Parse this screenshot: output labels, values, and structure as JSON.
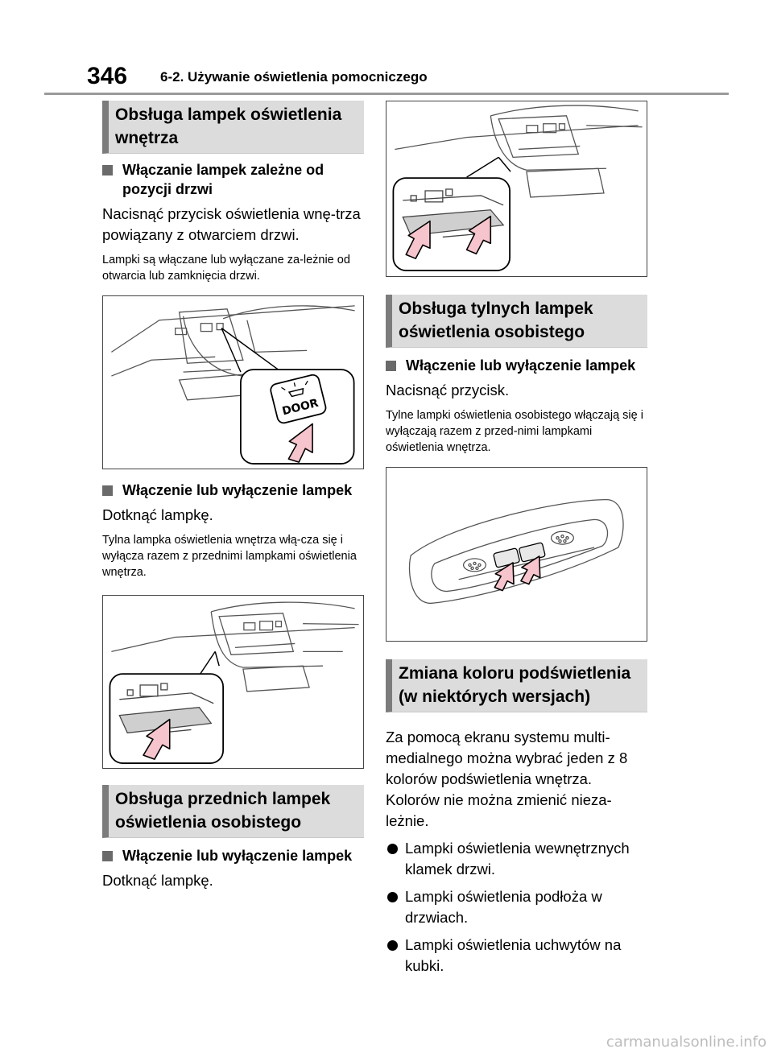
{
  "header": {
    "page_number": "346",
    "title": "6-2. Używanie oświetlenia pomocniczego"
  },
  "left": {
    "section1_title": "Obsługa lampek oświetlenia wnętrza",
    "sub1_title": "Włączanie lampek zależne od pozycji drzwi",
    "sub1_body": "Nacisnąć przycisk oświetlenia wnę-trza powiązany z otwarciem drzwi.",
    "sub1_note": "Lampki są włączane lub wyłączane za-leżnie od otwarcia lub zamknięcia drzwi.",
    "fig1_door_label": "DOOR",
    "sub2_title": "Włączenie lub wyłączenie lampek",
    "sub2_body": "Dotknąć lampkę.",
    "sub2_note": "Tylna lampka oświetlenia wnętrza włą-cza się i wyłącza razem z przednimi lampkami oświetlenia wnętrza.",
    "section2_title": "Obsługa przednich lampek oświetlenia osobistego",
    "sub3_title": "Włączenie lub wyłączenie lampek",
    "sub3_body": "Dotknąć lampkę."
  },
  "right": {
    "section3_title": "Obsługa tylnych lampek oświetlenia osobistego",
    "sub4_title": "Włączenie lub wyłączenie lampek",
    "sub4_body": "Nacisnąć przycisk.",
    "sub4_note": "Tylne lampki oświetlenia osobistego włączają się i wyłączają razem z przed-nimi lampkami oświetlenia wnętrza.",
    "section4_title": "Zmiana koloru podświetlenia (w niektórych wersjach)",
    "section4_body": "Za pomocą ekranu systemu multi-medialnego można wybrać jeden z 8 kolorów podświetlenia wnętrza. Kolorów nie można zmienić nieza-leżnie.",
    "bullets": [
      "Lampki oświetlenia wewnętrznych klamek drzwi.",
      "Lampki oświetlenia podłoża w drzwiach.",
      "Lampki oświetlenia uchwytów na kubki."
    ]
  },
  "watermark": "carmanualsonline.info",
  "colors": {
    "section_bg": "#dcdcdc",
    "section_bar": "#7c7c7c",
    "arrow_fill": "#f6c4cc",
    "highlight": "#bdbdbd"
  }
}
